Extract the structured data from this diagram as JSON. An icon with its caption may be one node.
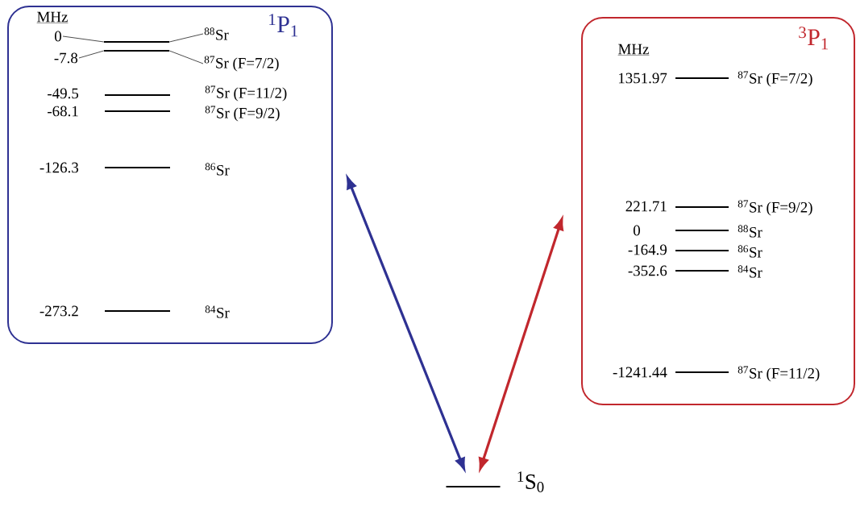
{
  "diagram": {
    "nodes": [
      {
        "text": [
          "$^{1}$P$_{1}$"
        ]
      },
      {
        "text": [
          "$^{3}$P$_{1}$"
        ]
      },
      {
        "text": [],
        "shape": "bar",
        "beside": [
          "$^{1}$S$_{0}$"
        ]
      },
      {
        "text": [
          "0"
        ],
        "in": 0
      },
      {
        "text": [],
        "shape": "bar",
        "in": 0
      },
      {
        "text": [
          "-7.8"
        ],
        "in": 0
      },
      {
        "text": [],
        "shape": "bar",
        "in": 0
      },
      {
        "text": [
          "$^{88}$Sr"
        ],
        "in": 0
      },
      {
        "text": [
          "$^{87}$Sr (F=7/2)"
        ],
        "in": 0
      }
    ],
    "edges": [
      {
        "from": 2,
        "to": 0,
        "arrow": "both",
        "style": "thick",
        "color": "#2e3192"
      },
      {
        "from": 2,
        "to": 1,
        "arrow": "both",
        "style": "thick",
        "color": "#c1272d"
      },
      {
        "from": 3,
        "to": 4,
        "arrow": "none"
      },
      {
        "from": 5,
        "to": 6,
        "arrow": "none"
      },
      {
        "from": 7,
        "to": 4,
        "arrow": "none"
      },
      {
        "from": 8,
        "to": 6,
        "arrow": "none"
      }
    ],
    "labels": [
      "MHz",
      "-49.5",
      "$^{87}$Sr (F=11/2)",
      "-68.1",
      "$^{87}$Sr (F=9/2)",
      "-126.3",
      "$^{86}$Sr",
      "-273.2",
      "$^{84}$Sr",
      "MHz",
      "1351.97",
      "$^{87}$Sr (F=7/2)",
      "221.71",
      "$^{87}$Sr (F=9/2)",
      "0",
      "$^{88}$Sr",
      "-164.9",
      "$^{86}$Sr",
      "-352.6",
      "$^{84}$Sr",
      "-1241.44",
      "$^{87}$Sr (F=11/2)"
    ]
  }
}
